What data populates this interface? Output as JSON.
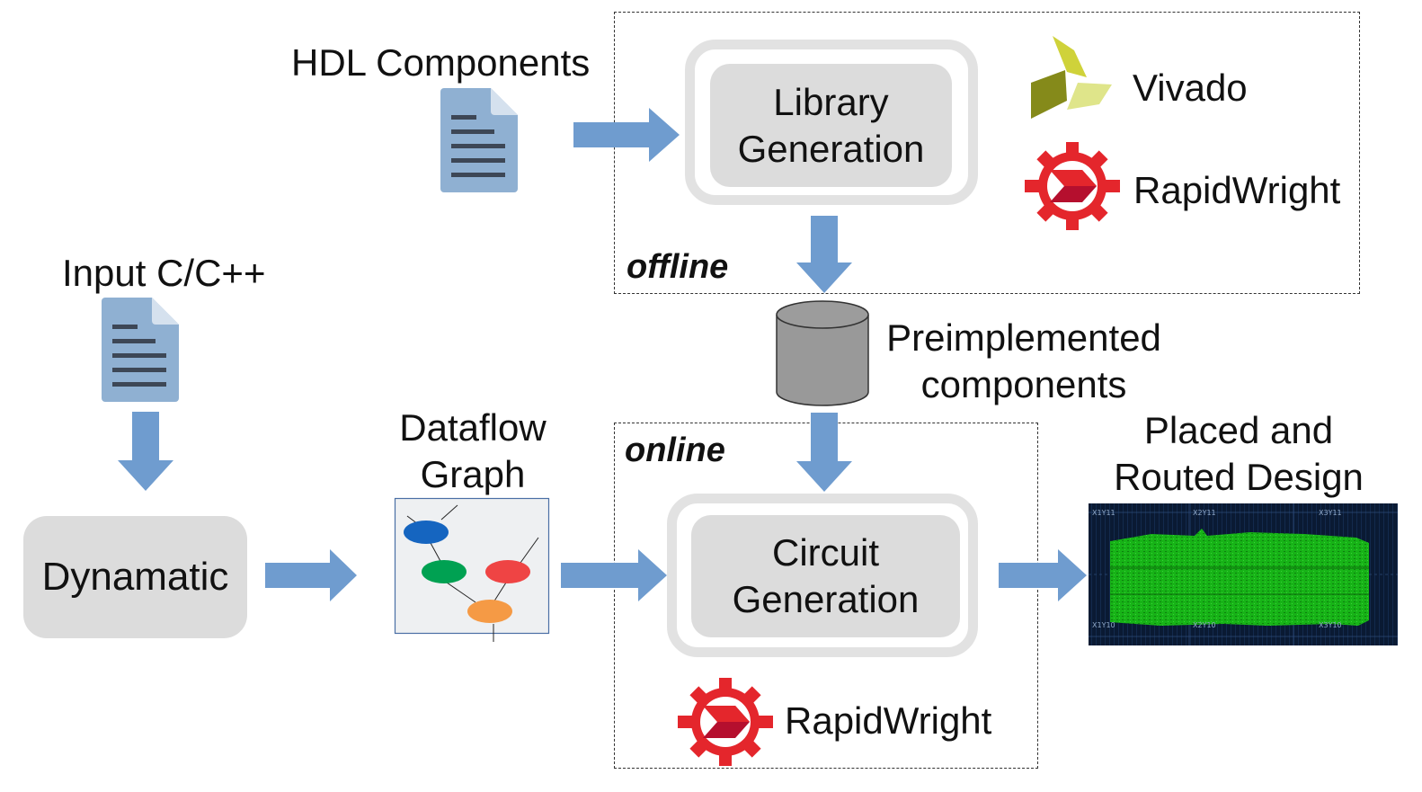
{
  "offline_region": {
    "label": "offline"
  },
  "online_region": {
    "label": "online"
  },
  "hdl": {
    "label": "HDL Components"
  },
  "input": {
    "label": "Input C/C++"
  },
  "library_box": {
    "line1": "Library",
    "line2": "Generation"
  },
  "circuit_box": {
    "line1": "Circuit",
    "line2": "Generation"
  },
  "dynamatic": {
    "label": "Dynamatic"
  },
  "dataflow": {
    "line1": "Dataflow",
    "line2": "Graph"
  },
  "preimplemented": {
    "line1": "Preimplemented",
    "line2": "components"
  },
  "placed": {
    "line1": "Placed and",
    "line2": "Routed Design"
  },
  "tools": {
    "vivado": "Vivado",
    "rapidwright_top": "RapidWright",
    "rapidwright_bottom": "RapidWright"
  },
  "fpga_regions": {
    "top": [
      "X1Y11",
      "X2Y11",
      "X3Y11"
    ],
    "bottom": [
      "X1Y10",
      "X2Y10",
      "X3Y10"
    ]
  },
  "colors": {
    "arrow": "#6f9ccf",
    "doc": "#8fb0d2",
    "gear": "#e4262c",
    "graph_nodes": [
      "#1565c0",
      "#00a152",
      "#ef4444",
      "#f59a45"
    ]
  }
}
